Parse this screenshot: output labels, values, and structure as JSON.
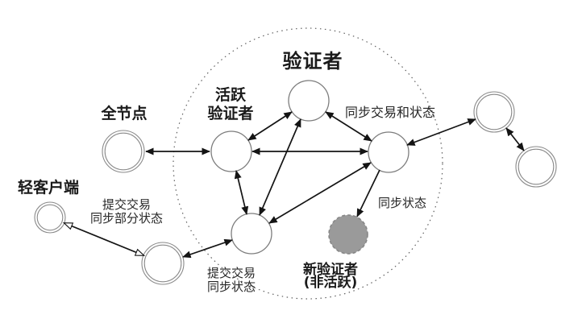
{
  "diagram": {
    "title": "验证者",
    "labels": {
      "full_node": "全节点",
      "active_validator": [
        "活跃",
        "验证者"
      ],
      "sync_tx_and_state": "同步交易和状态",
      "light_client": "轻客户端",
      "submit_tx_partial": [
        "提交交易",
        "同步部分状态"
      ],
      "submit_tx_sync": [
        "提交交易",
        "同步状态"
      ],
      "sync_state": "同步状态",
      "new_validator": [
        "新验证者",
        "(非活跃)"
      ]
    },
    "colors": {
      "background": "#ffffff",
      "ring_stroke": "#8a8a8a",
      "arrow": "#141414",
      "inactive_fill": "#9a9a9a",
      "inactive_stroke": "#878787",
      "boundary_dotted": "#5f5f5f",
      "text": "#1a1a1a"
    },
    "nodes": [
      {
        "id": "full-node",
        "shape": "double-ring",
        "label": "全节点"
      },
      {
        "id": "light-client",
        "shape": "double-ring",
        "label": "轻客户端"
      },
      {
        "id": "bottom-full-node",
        "shape": "double-ring",
        "label": ""
      },
      {
        "id": "validator-left",
        "shape": "ring",
        "label": "活跃验证者"
      },
      {
        "id": "validator-top",
        "shape": "ring",
        "label": ""
      },
      {
        "id": "validator-right",
        "shape": "ring",
        "label": ""
      },
      {
        "id": "validator-bottom",
        "shape": "ring",
        "label": ""
      },
      {
        "id": "new-validator-inactive",
        "shape": "filled-dashed",
        "label": "新验证者 (非活跃)"
      },
      {
        "id": "external-node-1",
        "shape": "double-ring",
        "label": ""
      },
      {
        "id": "external-node-2",
        "shape": "double-ring",
        "label": ""
      }
    ],
    "edges": [
      {
        "from": "full-node",
        "to": "validator-left",
        "arrows": "both",
        "head": "filled"
      },
      {
        "from": "validator-left",
        "to": "validator-top",
        "arrows": "both",
        "head": "filled"
      },
      {
        "from": "validator-top",
        "to": "validator-right",
        "arrows": "both",
        "head": "filled"
      },
      {
        "from": "validator-left",
        "to": "validator-right",
        "arrows": "both",
        "head": "filled"
      },
      {
        "from": "validator-left",
        "to": "validator-bottom",
        "arrows": "both",
        "head": "filled"
      },
      {
        "from": "validator-top",
        "to": "validator-bottom",
        "arrows": "both",
        "head": "filled"
      },
      {
        "from": "validator-right",
        "to": "validator-bottom",
        "arrows": "both",
        "head": "filled"
      },
      {
        "from": "validator-right",
        "to": "new-validator-inactive",
        "arrows": "end",
        "head": "filled",
        "label": "同步状态"
      },
      {
        "from": "validator-right",
        "to": "external-node-1",
        "arrows": "both",
        "head": "filled"
      },
      {
        "from": "external-node-1",
        "to": "external-node-2",
        "arrows": "both",
        "head": "filled"
      },
      {
        "from": "light-client",
        "to": "bottom-full-node",
        "arrows": "both",
        "head": "open",
        "label": "提交交易 同步部分状态"
      },
      {
        "from": "bottom-full-node",
        "to": "validator-bottom",
        "arrows": "both",
        "head": "filled",
        "label": "提交交易 同步状态"
      }
    ]
  }
}
